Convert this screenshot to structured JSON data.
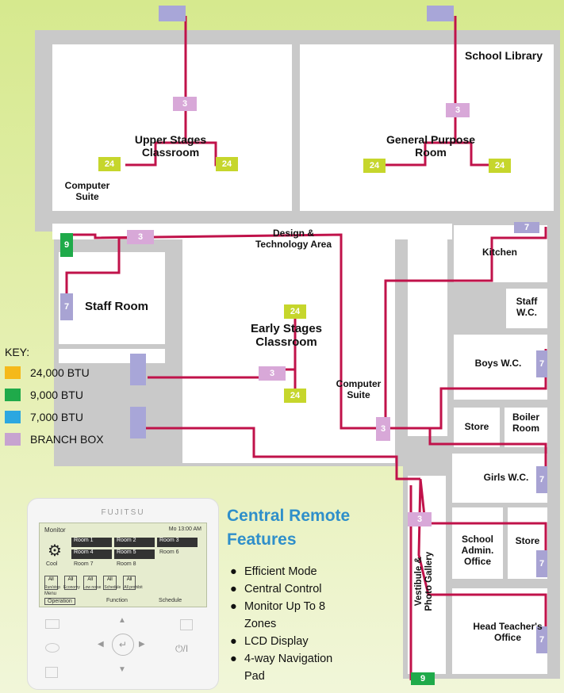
{
  "rooms": {
    "school_library": "School Library",
    "upper_stages_classroom": "Upper Stages\nClassroom",
    "general_purpose_room": "General Purpose\nRoom",
    "computer_suite_upper": "Computer\nSuite",
    "design_technology": "Design &\nTechnology Area",
    "kitchen": "Kitchen",
    "staff_room": "Staff Room",
    "staff_wc": "Staff\nW.C.",
    "early_stages_classroom": "Early Stages\nClassroom",
    "computer_suite_lower": "Computer\nSuite",
    "boys_wc": "Boys W.C.",
    "store_1": "Store",
    "boiler_room": "Boiler\nRoom",
    "girls_wc": "Girls W.C.",
    "school_admin": "School\nAdmin.\nOffice",
    "store_2": "Store",
    "vestibule": "Vestibule &\nPhoto Gallery",
    "head_teacher": "Head Teacher's\nOffice"
  },
  "unit_labels": {
    "u24": "24",
    "u9": "9",
    "u7": "7",
    "branch": "3"
  },
  "key": {
    "title": "KEY:",
    "items": [
      {
        "label": "24,000 BTU",
        "color": "#f5b91a"
      },
      {
        "label": "9,000 BTU",
        "color": "#1faa4a"
      },
      {
        "label": "7,000 BTU",
        "color": "#2ca7e0"
      },
      {
        "label": "BRANCH BOX",
        "color": "#c7a3d0"
      }
    ]
  },
  "colors": {
    "pipe": "#c0124a",
    "unit_24": "#c6d62c",
    "unit_9": "#1faa4a",
    "unit_7": "#a8a3d3",
    "branch_box": "#d8a8d8",
    "outdoor_unit": "#a8a6d8",
    "remote_title": "#2f8fca"
  },
  "remote_panel": {
    "brand": "FUJITSU",
    "mode": "Monitor",
    "time": "Mo 13:00 AM",
    "rooms": [
      "Room 1",
      "Room 2",
      "Room 3",
      "Room 4",
      "Room 5",
      "Room 6",
      "Room 7",
      "Room 8"
    ],
    "cool_label": "Cool",
    "buttons": [
      "All",
      "All",
      "All",
      "All",
      "All"
    ],
    "button_sub": [
      "Run/stop",
      "Economy",
      "Low noise",
      "Schedule",
      "All prohibit"
    ],
    "menu_label": "Menu",
    "tabs": [
      "Operation",
      "Function",
      "Schedule"
    ],
    "power_label": "⏻/I"
  },
  "features": {
    "title_line1": "Central Remote",
    "title_line2": "Features",
    "items": [
      "Efficient Mode",
      "Central Control",
      "Monitor Up To 8",
      "Zones",
      "LCD Display",
      "4-way Navigation",
      "Pad"
    ]
  }
}
